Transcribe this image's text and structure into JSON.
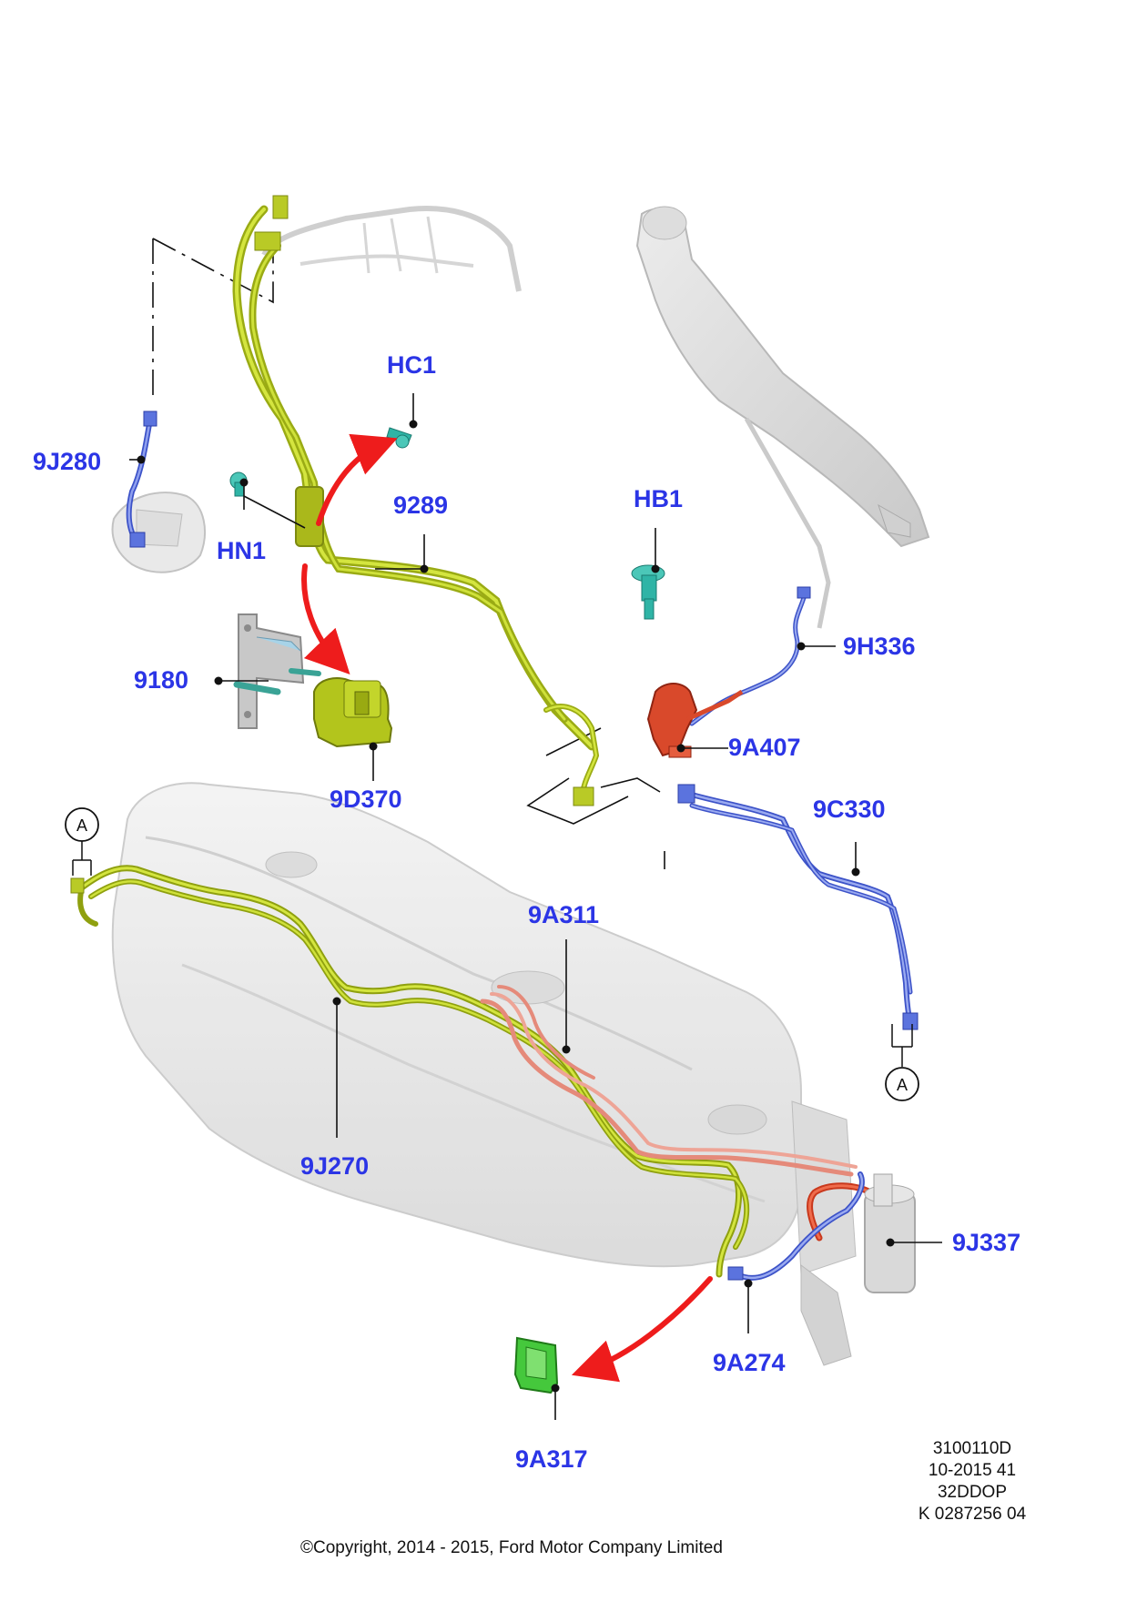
{
  "callouts": {
    "hc1": "HC1",
    "hb1": "HB1",
    "hn1": "HN1",
    "p9289": "9289",
    "p9j280": "9J280",
    "p9h336": "9H336",
    "p9180": "9180",
    "p9a407": "9A407",
    "p9d370": "9D370",
    "p9c330": "9C330",
    "p9a311": "9A311",
    "p9j270": "9J270",
    "p9j337": "9J337",
    "p9a274": "9A274",
    "p9a317": "9A317"
  },
  "reference_markers": {
    "left": "A",
    "right": "A"
  },
  "document_info": {
    "line1": "3100110D",
    "line2": "10-2015 41",
    "line3": "32DDOP",
    "line4": "K 0287256 04"
  },
  "copyright": "©Copyright, 2014 - 2015, Ford Motor Company Limited",
  "colors": {
    "label_blue": "#2b35e6",
    "fuel_supply_green": "#b5cc1e",
    "return_blue": "#5b73de",
    "vent_red": "#d9492b",
    "fastener_teal": "#2fb4a6",
    "clip_green": "#45c83c",
    "arrow_red": "#ee1c1c",
    "tank_grey": "#e6e6e6"
  }
}
